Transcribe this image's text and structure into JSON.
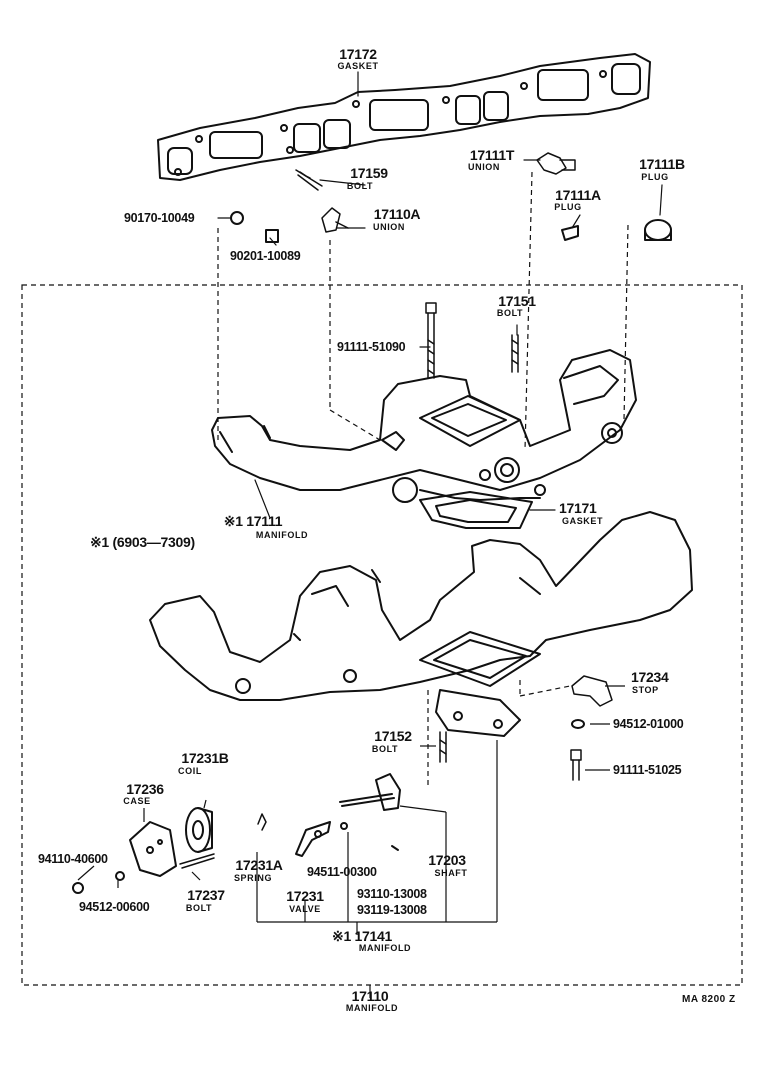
{
  "parts": {
    "p17172": {
      "num": "17172",
      "name": "GASKET"
    },
    "p17159": {
      "num": "17159",
      "name": "BOLT"
    },
    "p17111T": {
      "num": "17111T",
      "name": "UNION"
    },
    "p17111B": {
      "num": "17111B",
      "name": "PLUG"
    },
    "p17111A": {
      "num": "17111A",
      "name": "PLUG"
    },
    "p17110A": {
      "num": "17110A",
      "name": "UNION"
    },
    "p17151": {
      "num": "17151",
      "name": "BOLT"
    },
    "p17111": {
      "num": "※1 17111",
      "name": "MANIFOLD"
    },
    "p17171": {
      "num": "17171",
      "name": "GASKET"
    },
    "p17234": {
      "num": "17234",
      "name": "STOP"
    },
    "p17152": {
      "num": "17152",
      "name": "BOLT"
    },
    "p17231B": {
      "num": "17231B",
      "name": "COIL"
    },
    "p17236": {
      "num": "17236",
      "name": "CASE"
    },
    "p17231A": {
      "num": "17231A",
      "name": "SPRING"
    },
    "p17231": {
      "num": "17231",
      "name": "VALVE"
    },
    "p17237": {
      "num": "17237",
      "name": "BOLT"
    },
    "p17203": {
      "num": "17203",
      "name": "SHAFT"
    },
    "p17141": {
      "num": "※1 17141",
      "name": "MANIFOLD"
    },
    "p17110": {
      "num": "17110",
      "name": "MANIFOLD"
    }
  },
  "part_numbers": {
    "n90170": "90170-10049",
    "n90201": "90201-10089",
    "n91111a": "91111-51090",
    "n94512a": "94512-01000",
    "n91111b": "91111-51025",
    "n94110": "94110-40600",
    "n94512b": "94512-00600",
    "n94511": "94511-00300",
    "n93110": "93110-13008",
    "n93119": "93119-13008"
  },
  "note": "※1 (6903—7309)",
  "drawing_code": "MA 8200  Z"
}
